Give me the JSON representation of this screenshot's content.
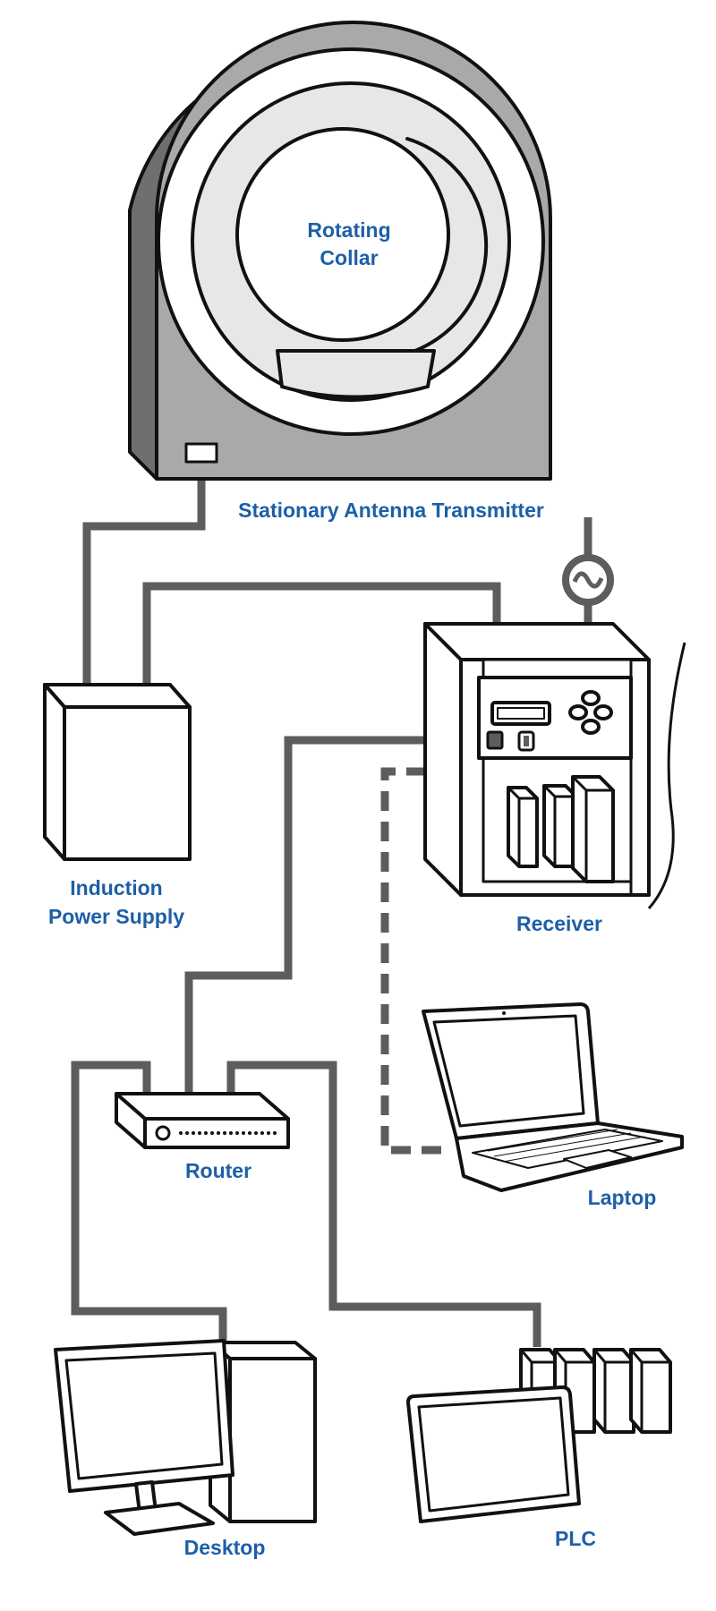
{
  "labels": {
    "collar_line1": "Rotating",
    "collar_line2": "Collar",
    "transmitter": "Stationary Antenna Transmitter",
    "power_line1": "Induction",
    "power_line2": "Power Supply",
    "receiver": "Receiver",
    "router": "Router",
    "laptop": "Laptop",
    "desktop": "Desktop",
    "plc": "PLC"
  },
  "colors": {
    "label": "#1d5fa8",
    "cable": "#5d5d5d",
    "outline": "#111111",
    "housing_dark": "#6f6f6f",
    "housing_mid": "#a9a9a9",
    "ring_light": "#e6e7e6"
  },
  "icons": {
    "ac_source": "ac-power-symbol-icon",
    "router": "router-icon",
    "laptop": "laptop-icon",
    "desktop": "desktop-computer-icon",
    "plc": "plc-modules-icon"
  }
}
